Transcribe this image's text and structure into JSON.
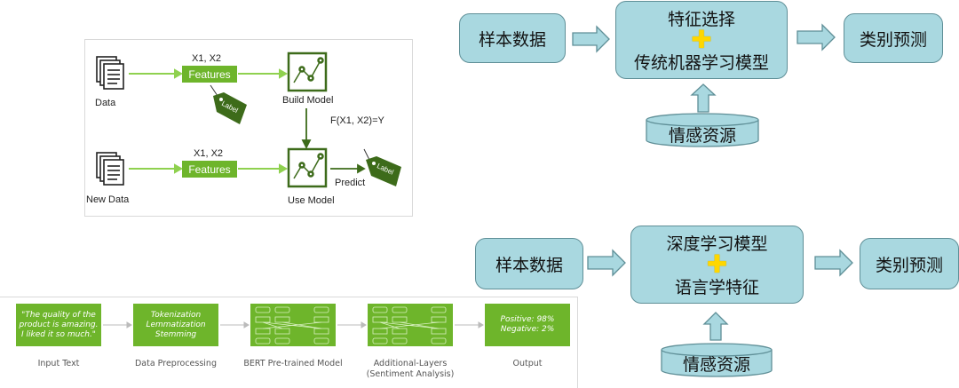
{
  "ml_diagram": {
    "data_label": "Data",
    "new_data_label": "New Data",
    "features_top": "Features",
    "features_bottom": "Features",
    "x_top": "X1, X2",
    "x_bottom": "X1, X2",
    "label_tag_1": "Label",
    "label_tag_2": "Label",
    "build_model": "Build Model",
    "use_model": "Use Model",
    "function": "F(X1, X2)=Y",
    "predict": "Predict"
  },
  "flow_top": {
    "input": "样本数据",
    "center_line1": "特征选择",
    "center_line2": "传统机器学习模型",
    "output": "类别预测",
    "resource": "情感资源"
  },
  "flow_bottom": {
    "input": "样本数据",
    "center_line1": "深度学习模型",
    "center_line2": "语言学特征",
    "output": "类别预测",
    "resource": "情感资源"
  },
  "bert_pipeline": {
    "input_text": "\"The quality of the product is amazing. I liked it so much.\"",
    "preprocess_1": "Tokenization",
    "preprocess_2": "Lemmatization",
    "preprocess_3": "Stemming",
    "output_1": "Positive: 98%",
    "output_2": "Negative: 2%",
    "stage_labels": [
      "Input Text",
      "Data Preprocessing",
      "BERT Pre-trained Model",
      "Additional-Layers",
      "(Sentiment Analysis)",
      "Output"
    ]
  }
}
